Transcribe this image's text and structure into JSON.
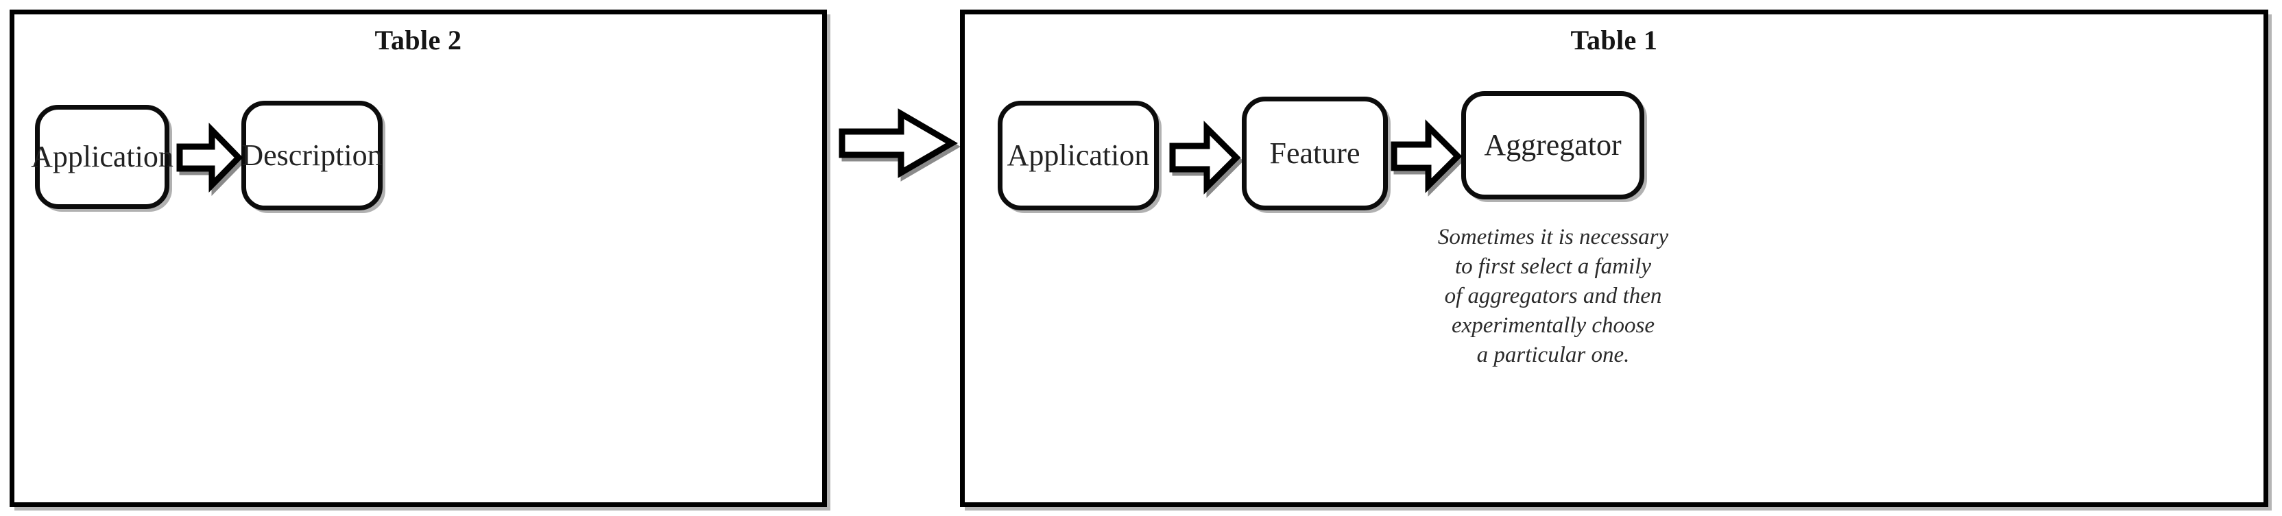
{
  "diagram": {
    "title_left": "Table 2",
    "title_right": "Table 1",
    "panels": [
      {
        "id": "table2",
        "title": "Table 2",
        "nodes": [
          {
            "label": "Application"
          },
          {
            "label": "Description"
          }
        ],
        "arrows": [
          {
            "name": "arrow-application-to-description",
            "direction": "right"
          }
        ]
      },
      {
        "id": "table1",
        "title": "Table 1",
        "nodes": [
          {
            "label": "Application"
          },
          {
            "label": "Feature"
          },
          {
            "label": "Aggregator"
          }
        ],
        "arrows": [
          {
            "name": "arrow-application-to-feature",
            "direction": "right"
          },
          {
            "name": "arrow-feature-to-aggregator",
            "direction": "right"
          }
        ]
      }
    ],
    "connector_arrow": {
      "name": "arrow-table2-to-table1",
      "direction": "right"
    },
    "caption": {
      "lines": [
        "Sometimes it is necessary",
        "to first select a family",
        "of aggregators and then",
        "experimentally choose",
        "a particular one."
      ]
    },
    "colors": {
      "stroke": "#000000",
      "text": "#222222",
      "background": "#ffffff",
      "shadow": "#8a8a8a"
    }
  }
}
